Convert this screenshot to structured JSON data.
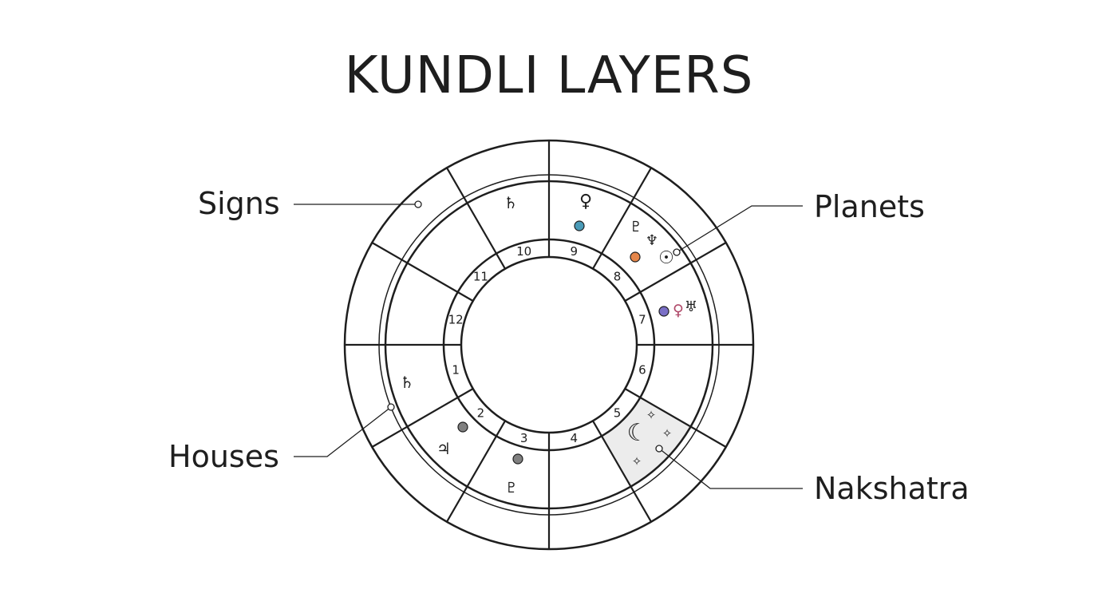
{
  "title": "KUNDLI LAYERS",
  "callouts": {
    "signs": "Signs",
    "houses": "Houses",
    "planets": "Planets",
    "nakshatra": "Nakshatra"
  },
  "house_numbers": [
    "1",
    "2",
    "3",
    "4",
    "5",
    "6",
    "7",
    "8",
    "9",
    "10",
    "11",
    "12"
  ],
  "planets": [
    {
      "name": "saturn",
      "symbol": "♄",
      "house": "10"
    },
    {
      "name": "venus",
      "symbol": "♀",
      "house": "9"
    },
    {
      "name": "neptune",
      "symbol": "♆",
      "house": "8"
    },
    {
      "name": "pluto",
      "symbol": "♇",
      "house": "8"
    },
    {
      "name": "sun",
      "symbol": "☉",
      "house": "8"
    },
    {
      "name": "venus",
      "symbol": "♀",
      "house": "7"
    },
    {
      "name": "uranus",
      "symbol": "♅",
      "house": "7"
    },
    {
      "name": "saturn",
      "symbol": "♄",
      "house": "1"
    },
    {
      "name": "jupiter",
      "symbol": "♃",
      "house": "2"
    },
    {
      "name": "pluto",
      "symbol": "♇",
      "house": "3"
    },
    {
      "name": "moon",
      "symbol": "☾",
      "house": "5"
    }
  ],
  "nakshatra_star_icon": "✧",
  "colors": {
    "teal_dot": "#4a9bb8",
    "orange_dot": "#e5864a",
    "purple_dot": "#7a6fc6",
    "gray_dot": "#808080",
    "venus_pink": "#b04a6a",
    "nakshatra_fill": "#ececec"
  }
}
